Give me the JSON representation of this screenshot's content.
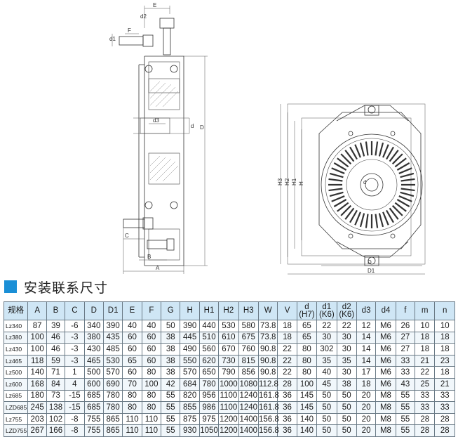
{
  "section_title": "安装联系尺寸",
  "dimension_labels": {
    "side": [
      "E",
      "d2",
      "d1",
      "F",
      "d3",
      "d",
      "D",
      "C",
      "B",
      "A"
    ],
    "front": [
      "d",
      "H",
      "H1",
      "H2",
      "H3",
      "D",
      "D1"
    ]
  },
  "table": {
    "headers": [
      {
        "text": "规格"
      },
      {
        "text": "A"
      },
      {
        "text": "B"
      },
      {
        "text": "C"
      },
      {
        "text": "D"
      },
      {
        "text": "D1"
      },
      {
        "text": "E"
      },
      {
        "text": "F"
      },
      {
        "text": "G"
      },
      {
        "text": "H"
      },
      {
        "text": "H1"
      },
      {
        "text": "H2"
      },
      {
        "text": "H3"
      },
      {
        "text": "W"
      },
      {
        "text": "V"
      },
      {
        "text": "d",
        "sub": "(H7)"
      },
      {
        "text": "d1",
        "sub": "(K6)"
      },
      {
        "text": "d2",
        "sub": "(K6)"
      },
      {
        "text": "d3"
      },
      {
        "text": "d4"
      },
      {
        "text": "f"
      },
      {
        "text": "m"
      },
      {
        "text": "n"
      }
    ],
    "rows": [
      [
        "Lz340",
        "87",
        "39",
        "-6",
        "340",
        "390",
        "40",
        "40",
        "50",
        "390",
        "440",
        "530",
        "580",
        "73.8",
        "18",
        "65",
        "22",
        "22",
        "12",
        "M6",
        "26",
        "10",
        "10"
      ],
      [
        "Lz380",
        "100",
        "46",
        "-3",
        "380",
        "435",
        "60",
        "60",
        "38",
        "445",
        "510",
        "610",
        "675",
        "73.8",
        "18",
        "65",
        "30",
        "30",
        "14",
        "M6",
        "27",
        "18",
        "18"
      ],
      [
        "Lz430",
        "100",
        "46",
        "-3",
        "430",
        "485",
        "60",
        "60",
        "38",
        "490",
        "560",
        "670",
        "760",
        "90.8",
        "22",
        "80",
        "302",
        "30",
        "14",
        "M6",
        "27",
        "18",
        "18"
      ],
      [
        "Lz465",
        "118",
        "59",
        "-3",
        "465",
        "530",
        "65",
        "60",
        "38",
        "550",
        "620",
        "730",
        "815",
        "90.8",
        "22",
        "80",
        "35",
        "35",
        "14",
        "M6",
        "33",
        "21",
        "23"
      ],
      [
        "Lz500",
        "140",
        "71",
        "1",
        "500",
        "570",
        "60",
        "80",
        "38",
        "570",
        "650",
        "790",
        "856",
        "90.8",
        "22",
        "80",
        "40",
        "30",
        "17",
        "M6",
        "33",
        "22",
        "18"
      ],
      [
        "Lz600",
        "168",
        "84",
        "4",
        "600",
        "690",
        "70",
        "100",
        "42",
        "684",
        "780",
        "1000",
        "1080",
        "112.8",
        "28",
        "100",
        "45",
        "38",
        "18",
        "M6",
        "43",
        "25",
        "21"
      ],
      [
        "Lz685",
        "180",
        "73",
        "-15",
        "685",
        "780",
        "80",
        "80",
        "55",
        "820",
        "956",
        "1100",
        "1240",
        "161.8",
        "36",
        "145",
        "50",
        "50",
        "20",
        "M8",
        "55",
        "33",
        "33"
      ],
      [
        "LZD685",
        "245",
        "138",
        "-15",
        "685",
        "780",
        "80",
        "80",
        "55",
        "855",
        "986",
        "1100",
        "1240",
        "161.8",
        "36",
        "145",
        "50",
        "50",
        "20",
        "M8",
        "55",
        "33",
        "33"
      ],
      [
        "Lz755",
        "203",
        "102",
        "-8",
        "755",
        "865",
        "110",
        "110",
        "55",
        "875",
        "975",
        "1200",
        "1400",
        "156.8",
        "36",
        "140",
        "50",
        "50",
        "20",
        "M8",
        "55",
        "28",
        "28"
      ],
      [
        "LZD755",
        "267",
        "166",
        "-8",
        "755",
        "865",
        "110",
        "110",
        "55",
        "930",
        "1050",
        "1200",
        "1400",
        "156.8",
        "36",
        "140",
        "50",
        "50",
        "20",
        "M8",
        "55",
        "28",
        "28"
      ]
    ]
  }
}
